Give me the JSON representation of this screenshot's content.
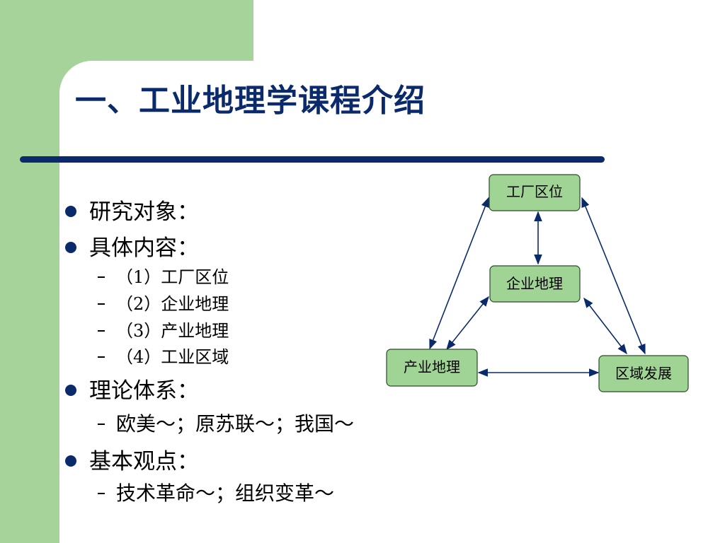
{
  "slide": {
    "title": "一、工业地理学课程介绍",
    "bullets": [
      {
        "text": "研究对象："
      },
      {
        "text": "具体内容：",
        "sub": [
          "（1）工厂区位",
          "（2）企业地理",
          "（3）产业地理",
          "（4）工业区域"
        ]
      },
      {
        "text": "理论体系：",
        "sub": [
          "欧美～；原苏联～；我国～"
        ]
      },
      {
        "text": "基本观点：",
        "sub": [
          "技术革命～；组织变革～"
        ]
      }
    ]
  },
  "diagram": {
    "nodes": {
      "factory": "工厂区位",
      "enterprise": "企业地理",
      "industry": "产业地理",
      "region": "区域发展"
    }
  },
  "colors": {
    "green_panel": "#a6d39a",
    "title_navy": "#0a2a6b",
    "node_fill": "#9fd494"
  }
}
